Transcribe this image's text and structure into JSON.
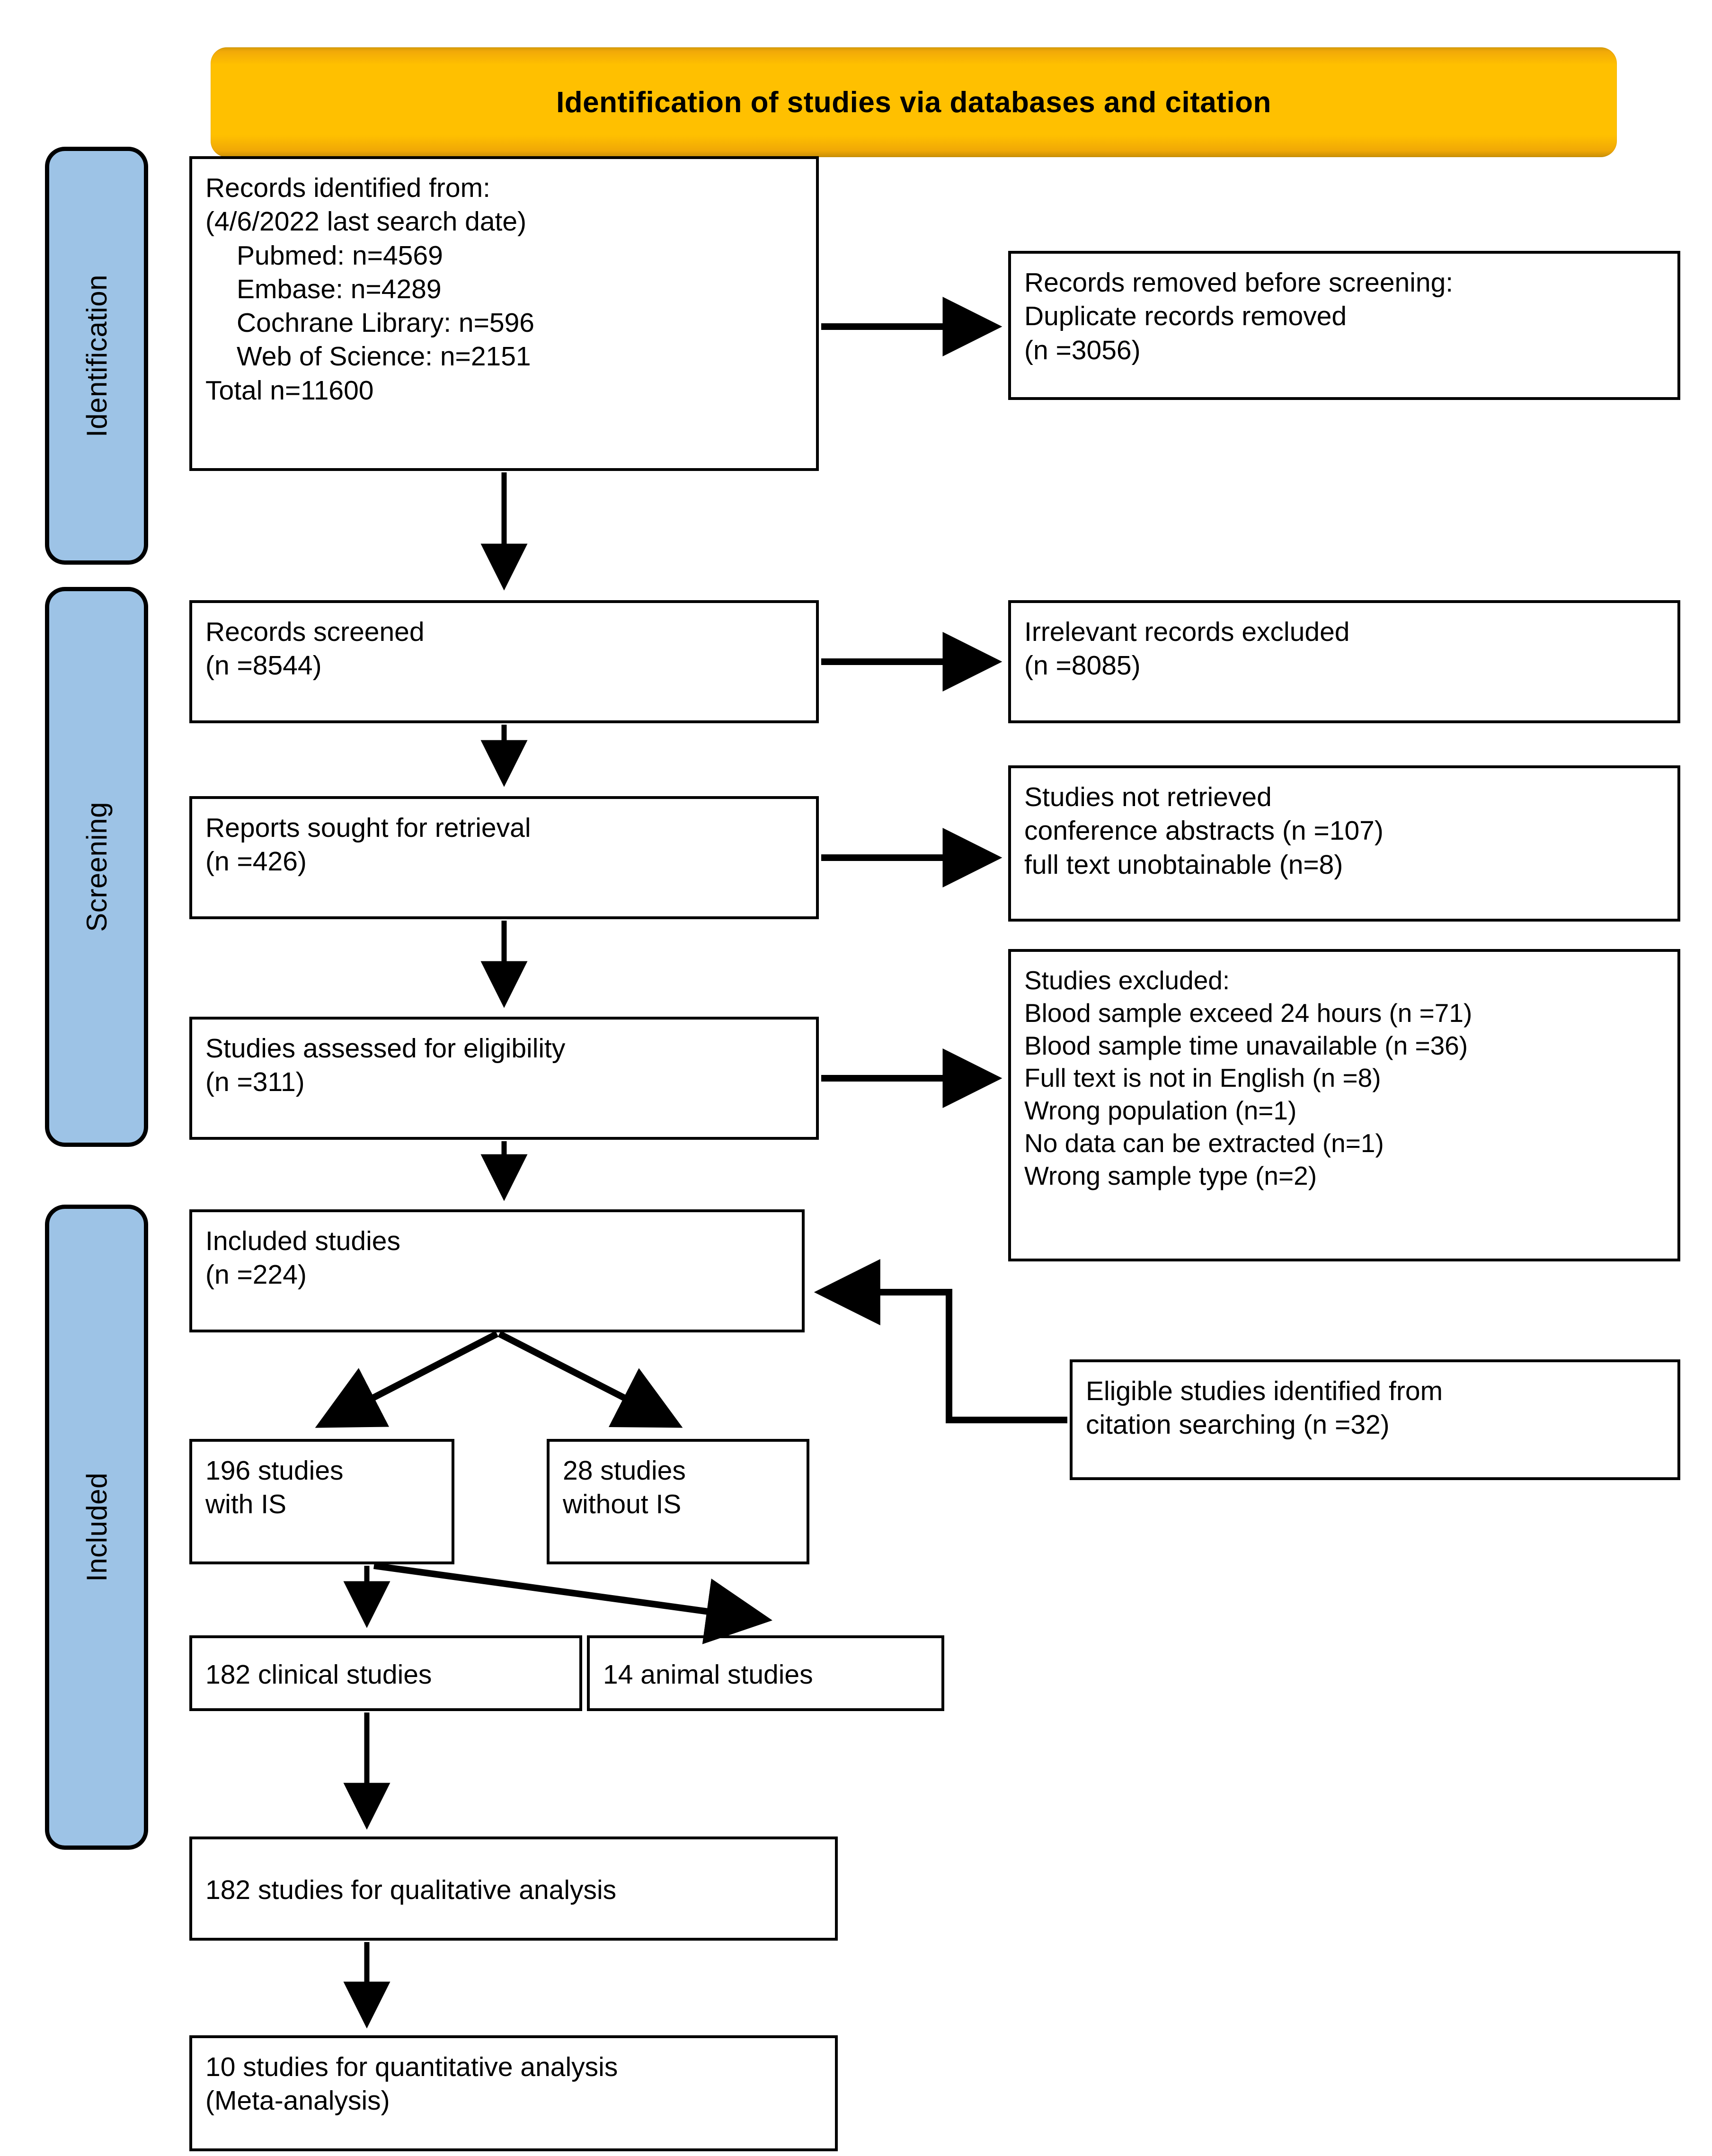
{
  "banner": {
    "title": "Identification of studies via databases and citation",
    "fill": "#ffc000"
  },
  "stages": [
    {
      "key": "identification",
      "label": "Identification",
      "fill": "#9dc3e6"
    },
    {
      "key": "screening",
      "label": "Screening",
      "fill": "#9dc3e6"
    },
    {
      "key": "included",
      "label": "Included",
      "fill": "#9dc3e6"
    }
  ],
  "boxes": {
    "records_identified": {
      "lines": [
        "Records identified from:",
        "(4/6/2022 last search date)",
        "Pubmed: n=4569",
        "Embase: n=4289",
        "Cochrane Library: n=596",
        "Web of Science: n=2151",
        "Total n=11600"
      ]
    },
    "records_removed": {
      "lines": [
        "Records removed before screening:",
        "Duplicate records removed",
        "(n =3056)"
      ]
    },
    "records_screened": {
      "lines": [
        "Records screened",
        "(n =8544)"
      ]
    },
    "irrelevant_excluded": {
      "lines": [
        "Irrelevant records excluded",
        "(n =8085)"
      ]
    },
    "reports_sought": {
      "lines": [
        "Reports sought for retrieval",
        "(n =426)"
      ]
    },
    "not_retrieved": {
      "lines": [
        "Studies not retrieved",
        "conference abstracts (n =107)",
        "full text unobtainable (n=8)"
      ]
    },
    "assessed_eligibility": {
      "lines": [
        "Studies assessed for eligibility",
        "(n =311)"
      ]
    },
    "studies_excluded": {
      "lines": [
        "Studies excluded:",
        "Blood sample exceed 24 hours (n =71)",
        "Blood sample time unavailable (n =36)",
        "Full text is not in English (n =8)",
        "Wrong population (n=1)",
        "No data can be extracted (n=1)",
        "Wrong sample type (n=2)"
      ]
    },
    "included_studies": {
      "lines": [
        "Included studies",
        "(n =224)"
      ]
    },
    "citation_searching": {
      "lines": [
        "Eligible studies identified from",
        "citation searching (n =32)"
      ]
    },
    "with_is": {
      "lines": [
        "196 studies",
        "with IS"
      ]
    },
    "without_is": {
      "lines": [
        "28 studies",
        "without IS"
      ]
    },
    "clinical_studies": {
      "lines": [
        "182 clinical studies"
      ]
    },
    "animal_studies": {
      "lines": [
        "14 animal studies"
      ]
    },
    "qualitative": {
      "lines": [
        "182 studies for qualitative analysis"
      ]
    },
    "quantitative": {
      "lines": [
        "10 studies for quantitative analysis",
        "(Meta-analysis)"
      ]
    }
  },
  "chart_data": {
    "type": "diagram",
    "title": "PRISMA 2020 flow diagram",
    "nodes": [
      {
        "id": "records_identified",
        "stage": "Identification",
        "n": 11600,
        "sources": [
          {
            "name": "Pubmed",
            "n": 4569
          },
          {
            "name": "Embase",
            "n": 4289
          },
          {
            "name": "Cochrane Library",
            "n": 596
          },
          {
            "name": "Web of Science",
            "n": 2151
          }
        ],
        "last_search_date": "4/6/2022"
      },
      {
        "id": "records_removed",
        "stage": "Identification",
        "n": 3056
      },
      {
        "id": "records_screened",
        "stage": "Screening",
        "n": 8544
      },
      {
        "id": "irrelevant_excluded",
        "stage": "Screening",
        "n": 8085
      },
      {
        "id": "reports_sought",
        "stage": "Screening",
        "n": 426
      },
      {
        "id": "not_retrieved",
        "stage": "Screening",
        "reasons": [
          {
            "name": "conference abstracts",
            "n": 107
          },
          {
            "name": "full text unobtainable",
            "n": 8
          }
        ]
      },
      {
        "id": "assessed_eligibility",
        "stage": "Screening",
        "n": 311
      },
      {
        "id": "studies_excluded",
        "stage": "Screening",
        "reasons": [
          {
            "name": "Blood sample exceed 24 hours",
            "n": 71
          },
          {
            "name": "Blood sample time unavailable",
            "n": 36
          },
          {
            "name": "Full text is not in English",
            "n": 8
          },
          {
            "name": "Wrong population",
            "n": 1
          },
          {
            "name": "No data can be extracted",
            "n": 1
          },
          {
            "name": "Wrong sample type",
            "n": 2
          }
        ]
      },
      {
        "id": "citation_searching",
        "stage": "Included",
        "n": 32
      },
      {
        "id": "included_studies",
        "stage": "Included",
        "n": 224
      },
      {
        "id": "with_is",
        "stage": "Included",
        "n": 196
      },
      {
        "id": "without_is",
        "stage": "Included",
        "n": 28
      },
      {
        "id": "clinical_studies",
        "stage": "Included",
        "n": 182
      },
      {
        "id": "animal_studies",
        "stage": "Included",
        "n": 14
      },
      {
        "id": "qualitative",
        "stage": "Included",
        "n": 182
      },
      {
        "id": "quantitative",
        "stage": "Included",
        "n": 10
      }
    ],
    "edges": [
      {
        "from": "records_identified",
        "to": "records_removed"
      },
      {
        "from": "records_identified",
        "to": "records_screened"
      },
      {
        "from": "records_screened",
        "to": "irrelevant_excluded"
      },
      {
        "from": "records_screened",
        "to": "reports_sought"
      },
      {
        "from": "reports_sought",
        "to": "not_retrieved"
      },
      {
        "from": "reports_sought",
        "to": "assessed_eligibility"
      },
      {
        "from": "assessed_eligibility",
        "to": "studies_excluded"
      },
      {
        "from": "assessed_eligibility",
        "to": "included_studies"
      },
      {
        "from": "citation_searching",
        "to": "included_studies"
      },
      {
        "from": "included_studies",
        "to": "with_is"
      },
      {
        "from": "included_studies",
        "to": "without_is"
      },
      {
        "from": "with_is",
        "to": "clinical_studies"
      },
      {
        "from": "with_is",
        "to": "animal_studies"
      },
      {
        "from": "clinical_studies",
        "to": "qualitative"
      },
      {
        "from": "qualitative",
        "to": "quantitative"
      }
    ]
  }
}
